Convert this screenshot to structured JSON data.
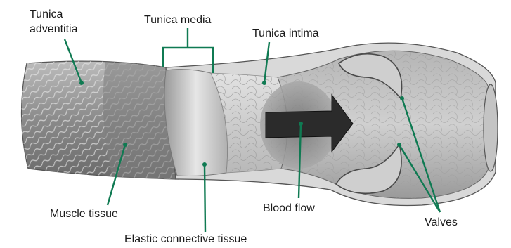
{
  "labels": {
    "adventitia_line1": "Tunica",
    "adventitia_line2": "adventitia",
    "media": "Tunica media",
    "intima": "Tunica intima",
    "muscle": "Muscle tissue",
    "elastic": "Elastic connective tissue",
    "blood_flow": "Blood flow",
    "valves": "Valves"
  },
  "colors": {
    "leader_line": "#0f7a52",
    "outer_tissue": "#8c8c8c",
    "media_tissue": "#bdbdbd",
    "intima_tissue": "#d6d6d6",
    "lumen": "#9e9e9e",
    "arrow": "#2b2b2b",
    "label_text": "#1a1a1a"
  }
}
